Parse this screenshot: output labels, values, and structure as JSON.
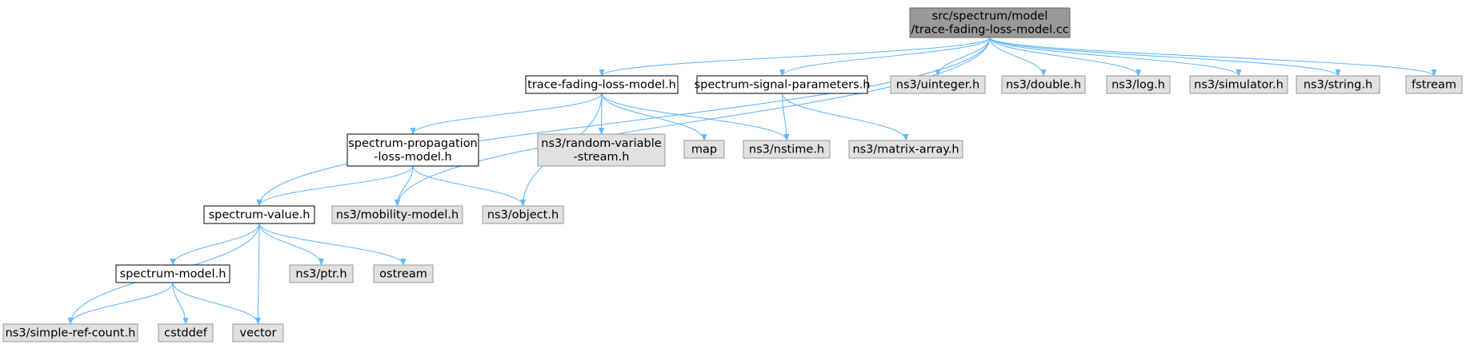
{
  "colors": {
    "edge": "#63b8ff",
    "root_fill": "#999999",
    "root_stroke": "#666666",
    "header_fill": "#ffffff",
    "header_stroke": "#000000",
    "system_fill": "#e0e0e0",
    "system_stroke": "#999999",
    "text": "#000000"
  },
  "nodes": [
    {
      "id": "root",
      "kind": "root",
      "lines": [
        "src/spectrum/model",
        "/trace-fading-loss-model.cc"
      ]
    },
    {
      "id": "tflm_h",
      "kind": "header",
      "lines": [
        "trace-fading-loss-model.h"
      ]
    },
    {
      "id": "ssp_h",
      "kind": "header",
      "lines": [
        "spectrum-signal-parameters.h"
      ]
    },
    {
      "id": "uinteger",
      "kind": "system",
      "lines": [
        "ns3/uinteger.h"
      ]
    },
    {
      "id": "double",
      "kind": "system",
      "lines": [
        "ns3/double.h"
      ]
    },
    {
      "id": "log",
      "kind": "system",
      "lines": [
        "ns3/log.h"
      ]
    },
    {
      "id": "simulator",
      "kind": "system",
      "lines": [
        "ns3/simulator.h"
      ]
    },
    {
      "id": "string",
      "kind": "system",
      "lines": [
        "ns3/string.h"
      ]
    },
    {
      "id": "fstream",
      "kind": "system",
      "lines": [
        "fstream"
      ]
    },
    {
      "id": "splm_h",
      "kind": "header",
      "lines": [
        "spectrum-propagation",
        "-loss-model.h"
      ]
    },
    {
      "id": "rvs",
      "kind": "system",
      "lines": [
        "ns3/random-variable",
        "-stream.h"
      ]
    },
    {
      "id": "map",
      "kind": "system",
      "lines": [
        "map"
      ]
    },
    {
      "id": "nstime",
      "kind": "system",
      "lines": [
        "ns3/nstime.h"
      ]
    },
    {
      "id": "matrix",
      "kind": "system",
      "lines": [
        "ns3/matrix-array.h"
      ]
    },
    {
      "id": "sv_h",
      "kind": "header",
      "lines": [
        "spectrum-value.h"
      ]
    },
    {
      "id": "mobility",
      "kind": "system",
      "lines": [
        "ns3/mobility-model.h"
      ]
    },
    {
      "id": "object",
      "kind": "system",
      "lines": [
        "ns3/object.h"
      ]
    },
    {
      "id": "sm_h",
      "kind": "header",
      "lines": [
        "spectrum-model.h"
      ]
    },
    {
      "id": "ptr",
      "kind": "system",
      "lines": [
        "ns3/ptr.h"
      ]
    },
    {
      "id": "ostream",
      "kind": "system",
      "lines": [
        "ostream"
      ]
    },
    {
      "id": "src",
      "kind": "system",
      "lines": [
        "ns3/simple-ref-count.h"
      ]
    },
    {
      "id": "cstddef",
      "kind": "system",
      "lines": [
        "cstddef"
      ]
    },
    {
      "id": "vector",
      "kind": "system",
      "lines": [
        "vector"
      ]
    }
  ],
  "edges": [
    [
      "root",
      "tflm_h"
    ],
    [
      "root",
      "ssp_h"
    ],
    [
      "root",
      "uinteger"
    ],
    [
      "root",
      "double"
    ],
    [
      "root",
      "log"
    ],
    [
      "root",
      "simulator"
    ],
    [
      "root",
      "string"
    ],
    [
      "root",
      "fstream"
    ],
    [
      "root",
      "sv_h"
    ],
    [
      "root",
      "mobility"
    ],
    [
      "tflm_h",
      "splm_h"
    ],
    [
      "tflm_h",
      "rvs"
    ],
    [
      "tflm_h",
      "map"
    ],
    [
      "tflm_h",
      "nstime"
    ],
    [
      "tflm_h",
      "object"
    ],
    [
      "ssp_h",
      "nstime"
    ],
    [
      "ssp_h",
      "matrix"
    ],
    [
      "splm_h",
      "sv_h"
    ],
    [
      "splm_h",
      "mobility"
    ],
    [
      "splm_h",
      "object"
    ],
    [
      "sv_h",
      "sm_h"
    ],
    [
      "sv_h",
      "ptr"
    ],
    [
      "sv_h",
      "ostream"
    ],
    [
      "sv_h",
      "src"
    ],
    [
      "sv_h",
      "vector"
    ],
    [
      "sm_h",
      "src"
    ],
    [
      "sm_h",
      "cstddef"
    ],
    [
      "sm_h",
      "vector"
    ]
  ]
}
